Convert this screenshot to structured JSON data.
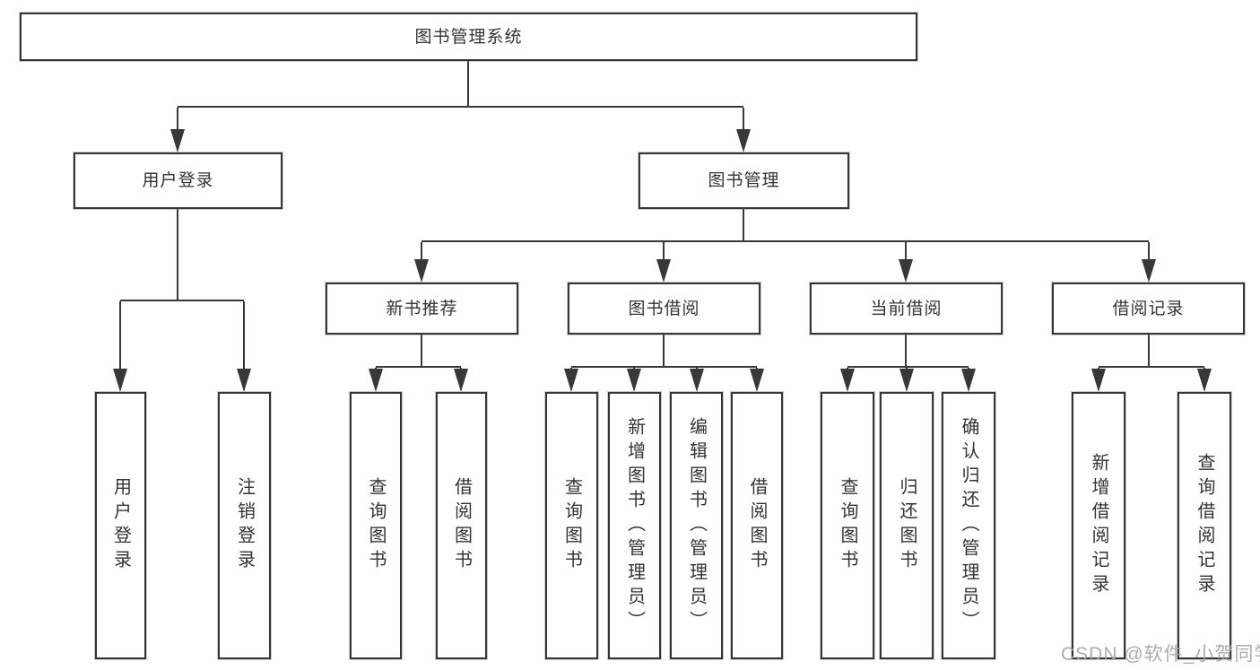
{
  "nodes": {
    "root": "图书管理系统",
    "user_login": "用户登录",
    "book_mgmt": "图书管理",
    "new_books": "新书推荐",
    "borrow": "图书借阅",
    "current": "当前借阅",
    "records": "借阅记录",
    "ul_login": "用户登录",
    "ul_logout": "注销登录",
    "nb_query": "查询图书",
    "nb_borrow": "借阅图书",
    "bw_query": "查询图书",
    "bw_add": "新增图书（管理员）",
    "bw_edit": "编辑图书（管理员）",
    "bw_borrow": "借阅图书",
    "cu_query": "查询图书",
    "cu_return": "归还图书",
    "cu_confirm": "确认归还（管理员）",
    "rc_add": "新增借阅记录",
    "rc_query": "查询借阅记录"
  },
  "hierarchy": {
    "root": [
      "user_login",
      "book_mgmt"
    ],
    "user_login": [
      "ul_login",
      "ul_logout"
    ],
    "book_mgmt": [
      "new_books",
      "borrow",
      "current",
      "records"
    ],
    "new_books": [
      "nb_query",
      "nb_borrow"
    ],
    "borrow": [
      "bw_query",
      "bw_add",
      "bw_edit",
      "bw_borrow"
    ],
    "current": [
      "cu_query",
      "cu_return",
      "cu_confirm"
    ],
    "records": [
      "rc_add",
      "rc_query"
    ]
  },
  "colors": {
    "line": "#383838",
    "border": "#353535",
    "text": "#333333",
    "background": "#ffffff",
    "watermark": "#a5a5a5"
  },
  "watermark": "CSDN @软件_小贺同学"
}
